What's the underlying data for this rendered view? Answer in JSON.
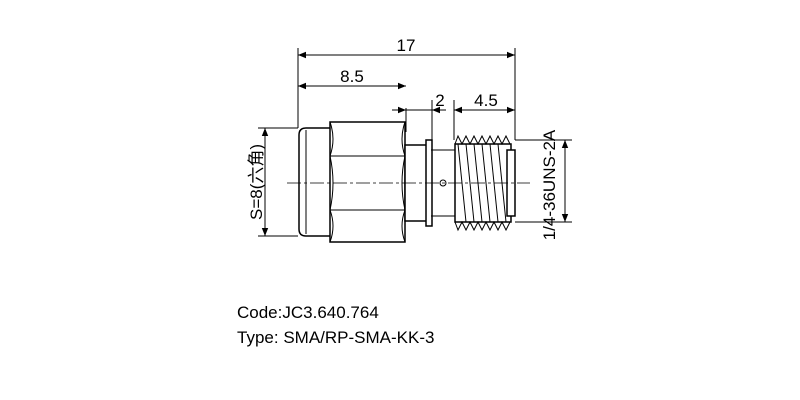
{
  "drawing": {
    "dimensions": {
      "overall_length": "17",
      "left_section_length": "8.5",
      "neck_length": "2",
      "thread_length": "4.5",
      "hex_size": "S=8(六角)",
      "thread_spec": "1/4-36UNS-2A"
    }
  },
  "caption": {
    "code_label": "Code:",
    "code_value": "JC3.640.764",
    "type_label": "Type: ",
    "type_value": "SMA/RP-SMA-KK-3"
  }
}
